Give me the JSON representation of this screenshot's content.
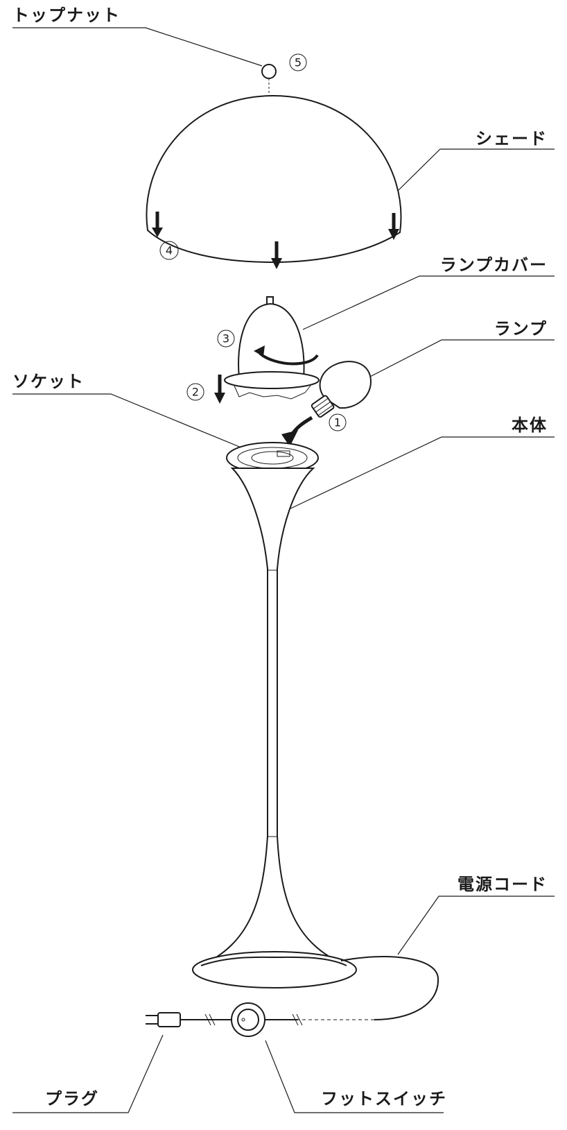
{
  "labels": {
    "top_nut": "トップナット",
    "shade": "シェード",
    "lamp_cover": "ランプカバー",
    "lamp": "ランプ",
    "socket": "ソケット",
    "body": "本体",
    "power_cord": "電源コード",
    "plug": "プラグ",
    "foot_switch": "フットスイッチ"
  },
  "steps": {
    "step1": "1",
    "step2": "2",
    "step3": "3",
    "step4": "4",
    "step5": "5"
  }
}
